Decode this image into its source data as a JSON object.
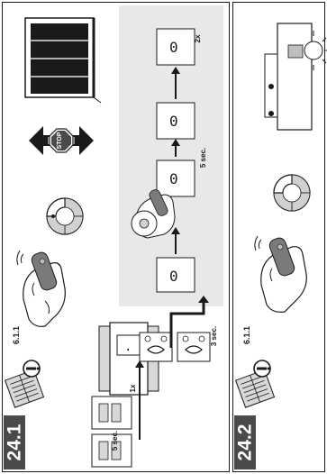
{
  "steps": [
    {
      "number": "24.1",
      "reference": "6.1.1",
      "stop_sign": "STOP",
      "labels": {
        "hold_5s_a": "5 sec.",
        "press_1x": "1x",
        "press_3x": "3 sec.",
        "hold_5s_b": "5 sec.",
        "press_2x": "2x"
      }
    },
    {
      "number": "24.2",
      "reference": "6.1.1"
    }
  ],
  "colors": {
    "ink": "#1a1a1a",
    "badge": "#4a4a4a",
    "shade": "#e8e8e8",
    "lamp": "#bfbfbf"
  },
  "icons": [
    "manual-book-icon",
    "info-icon",
    "garage-door-icon",
    "stop-sign-icon",
    "remote-control-icon",
    "hand-icon",
    "operator-unit-icon",
    "lamp-icon",
    "display-icon",
    "arrow-icon"
  ]
}
